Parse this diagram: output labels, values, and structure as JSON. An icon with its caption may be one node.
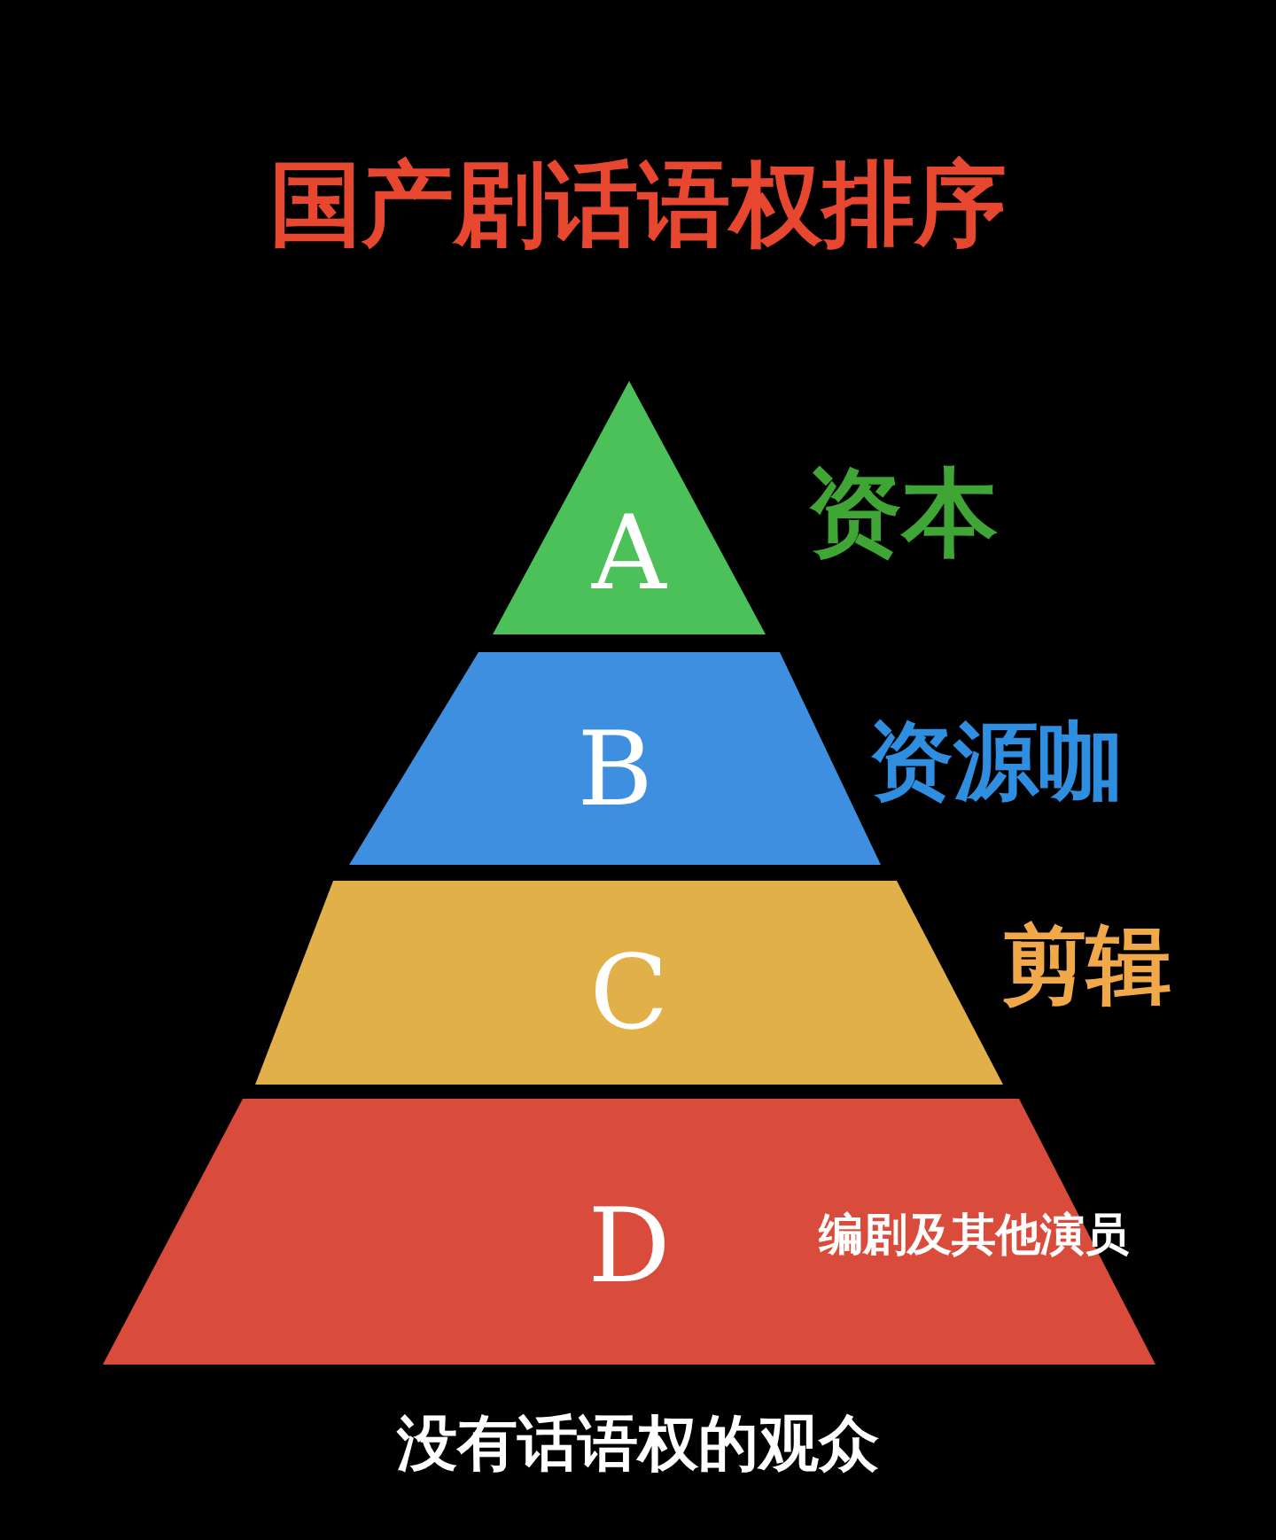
{
  "diagram": {
    "title": "国产剧话语权排序",
    "nodes": [
      {
        "text": [
          "A"
        ],
        "beside": [
          "资本"
        ]
      },
      {
        "text": [
          "B"
        ],
        "beside": [
          "资源咖"
        ]
      },
      {
        "text": [
          "C"
        ],
        "beside": [
          "剪辑"
        ]
      },
      {
        "text": [
          "D",
          "编剧及其他演员"
        ]
      }
    ],
    "labels": [
      "没有话语权的观众"
    ]
  }
}
